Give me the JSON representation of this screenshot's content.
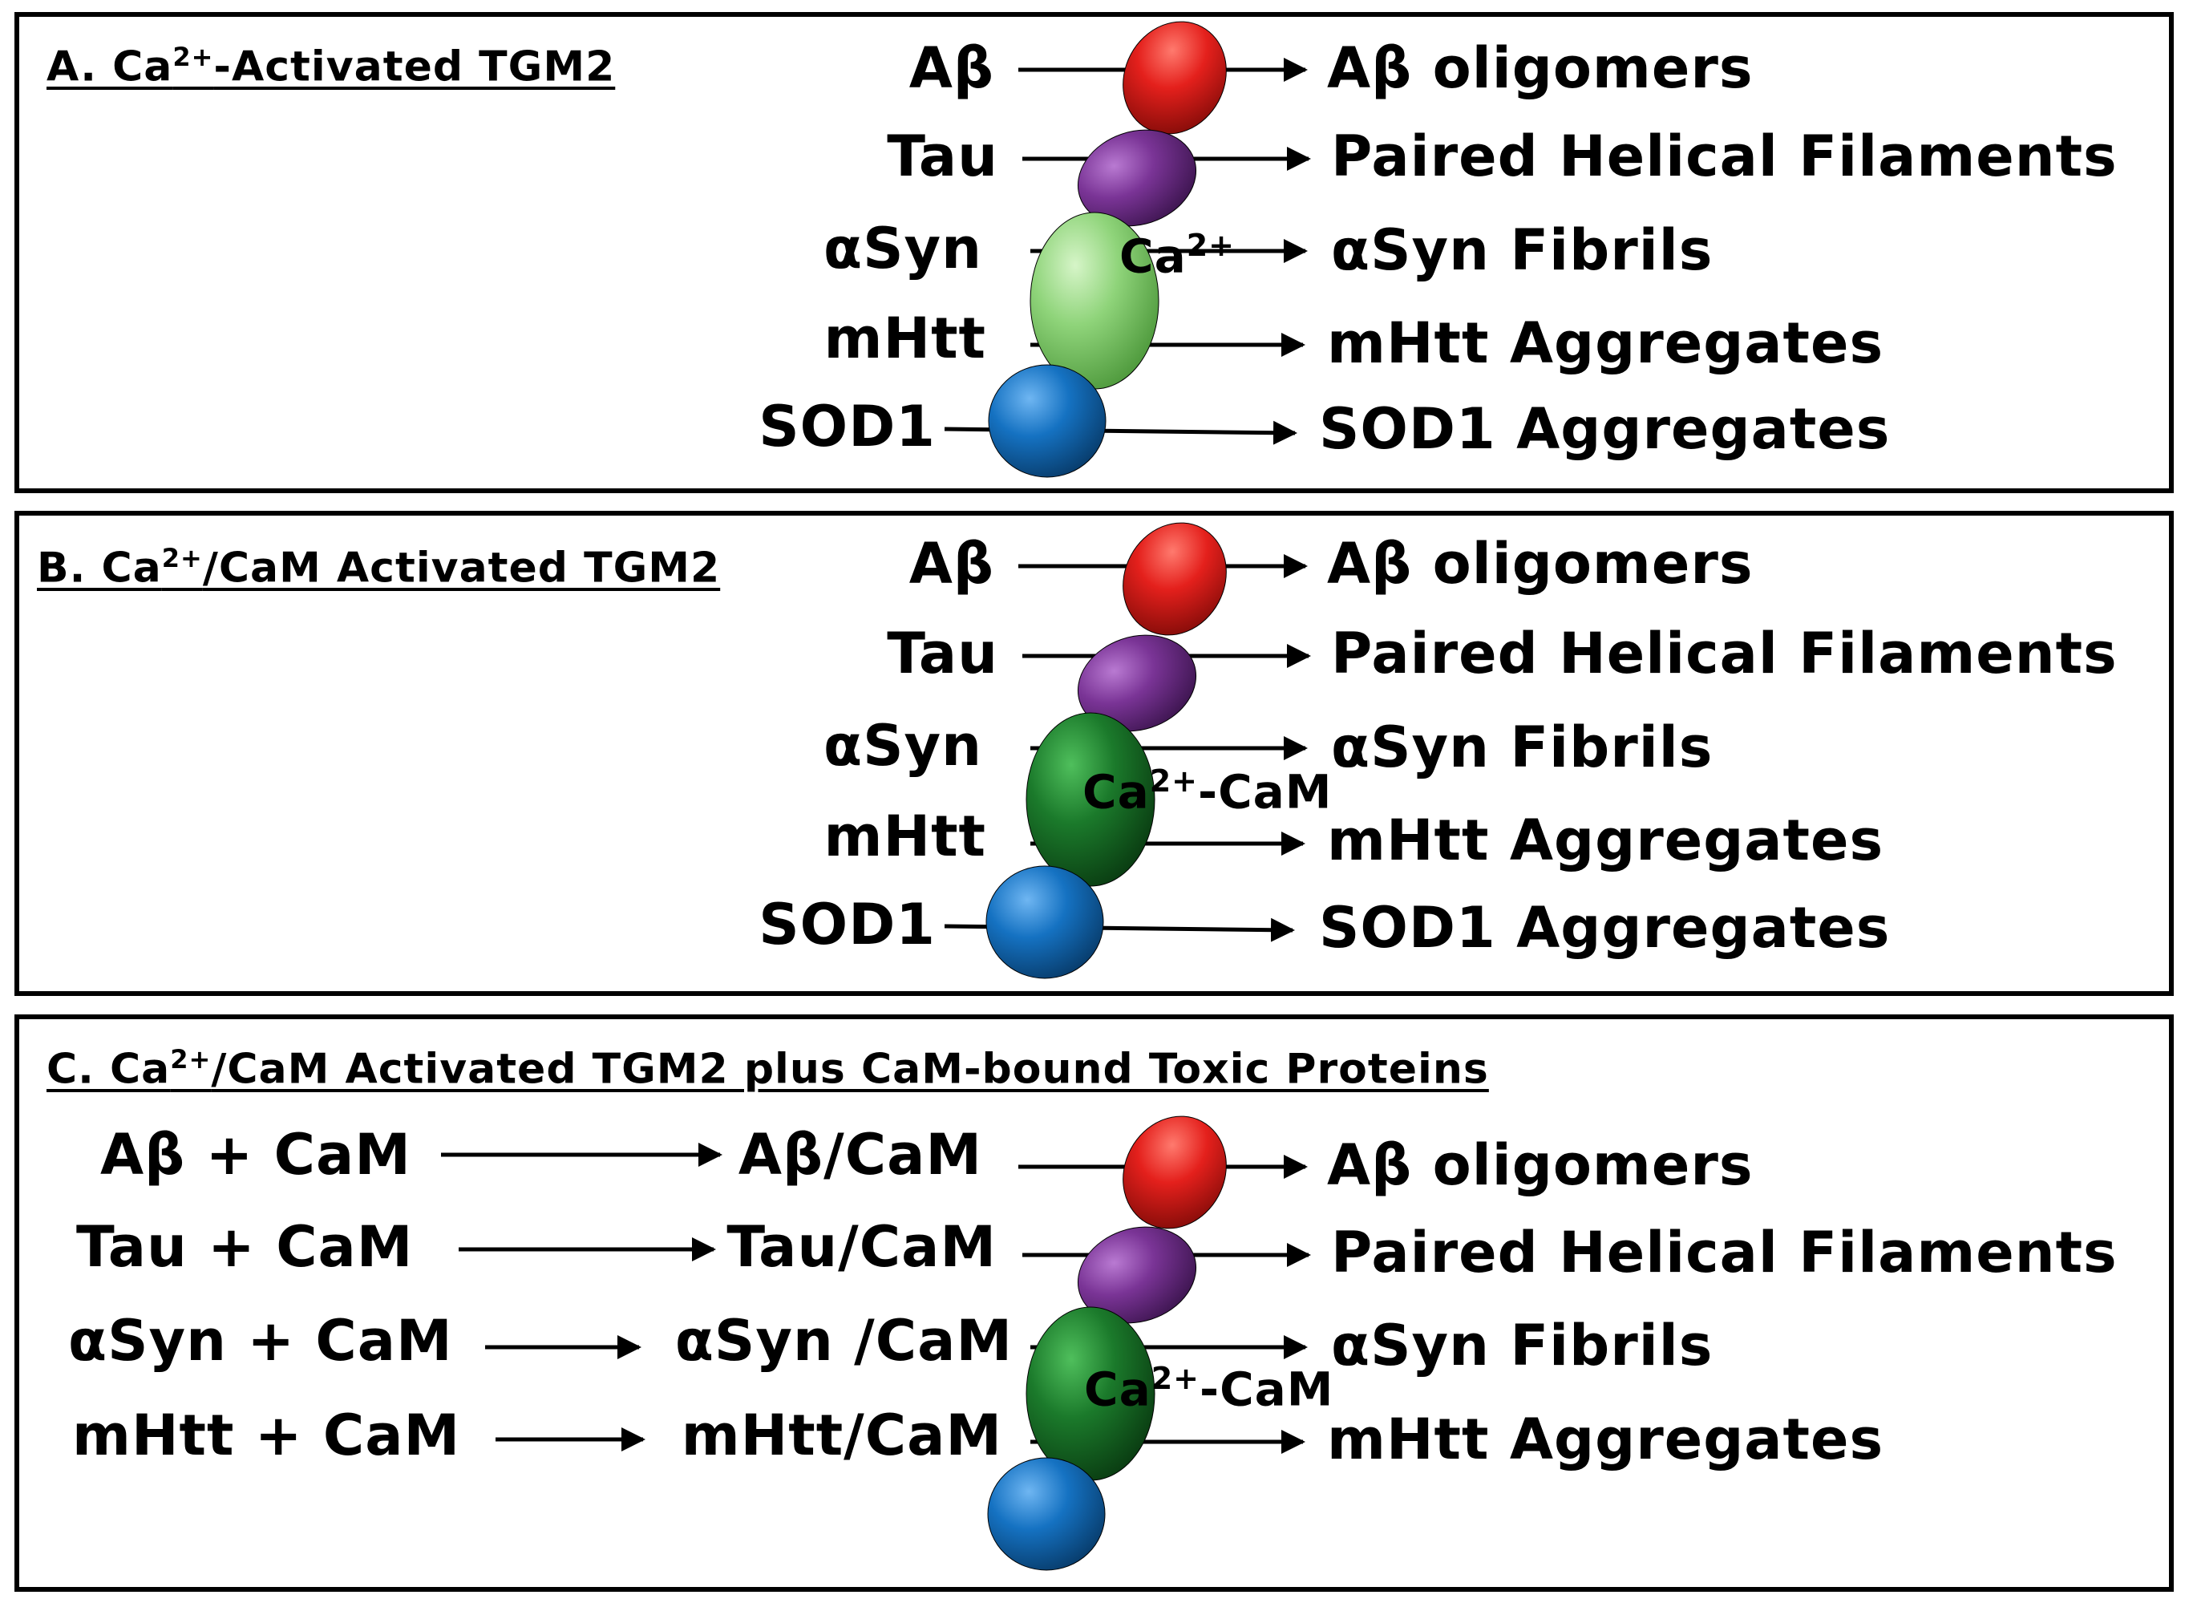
{
  "panels": [
    {
      "id": "a",
      "title": {
        "prefix": "A. Ca",
        "sup": "2+",
        "suffix": "-Activated TGM2"
      },
      "inputs": [
        "Aβ",
        "Tau",
        "αSyn",
        "mHtt",
        "SOD1"
      ],
      "cofactor": {
        "base": "Ca",
        "sup": "2+",
        "suffix": ""
      },
      "outputs": [
        "Aβ oligomers",
        "Paired Helical Filaments",
        "αSyn Fibrils",
        "mHtt Aggregates",
        "SOD1 Aggregates"
      ],
      "middle_domain_color": "#8fd47a"
    },
    {
      "id": "b",
      "title": {
        "prefix": "B. Ca",
        "sup": "2+",
        "suffix": "/CaM Activated TGM2"
      },
      "inputs": [
        "Aβ",
        "Tau",
        "αSyn",
        "mHtt",
        "SOD1"
      ],
      "cofactor": {
        "base": "Ca",
        "sup": "2+",
        "suffix": "-CaM"
      },
      "outputs": [
        "Aβ oligomers",
        "Paired Helical Filaments",
        "αSyn Fibrils",
        "mHtt Aggregates",
        "SOD1 Aggregates"
      ],
      "middle_domain_color": "#1b7a2b"
    },
    {
      "id": "c",
      "title": {
        "prefix": "C. Ca",
        "sup": "2+",
        "suffix": "/CaM Activated TGM2 plus CaM-bound Toxic Proteins"
      },
      "reactants": [
        "Aβ + CaM",
        "Tau + CaM",
        "αSyn + CaM",
        "mHtt + CaM"
      ],
      "complexes": [
        "Aβ/CaM",
        "Tau/CaM",
        "αSyn /CaM",
        "mHtt/CaM"
      ],
      "cofactor": {
        "base": "Ca",
        "sup": "2+",
        "suffix": "-CaM"
      },
      "outputs": [
        "Aβ oligomers",
        "Paired Helical Filaments",
        "αSyn Fibrils",
        "mHtt Aggregates"
      ],
      "middle_domain_color": "#1b7a2b"
    }
  ],
  "domain_colors": {
    "domain1": "#e4201c",
    "domain2": "#7a3496",
    "domain4": "#1572c2"
  }
}
